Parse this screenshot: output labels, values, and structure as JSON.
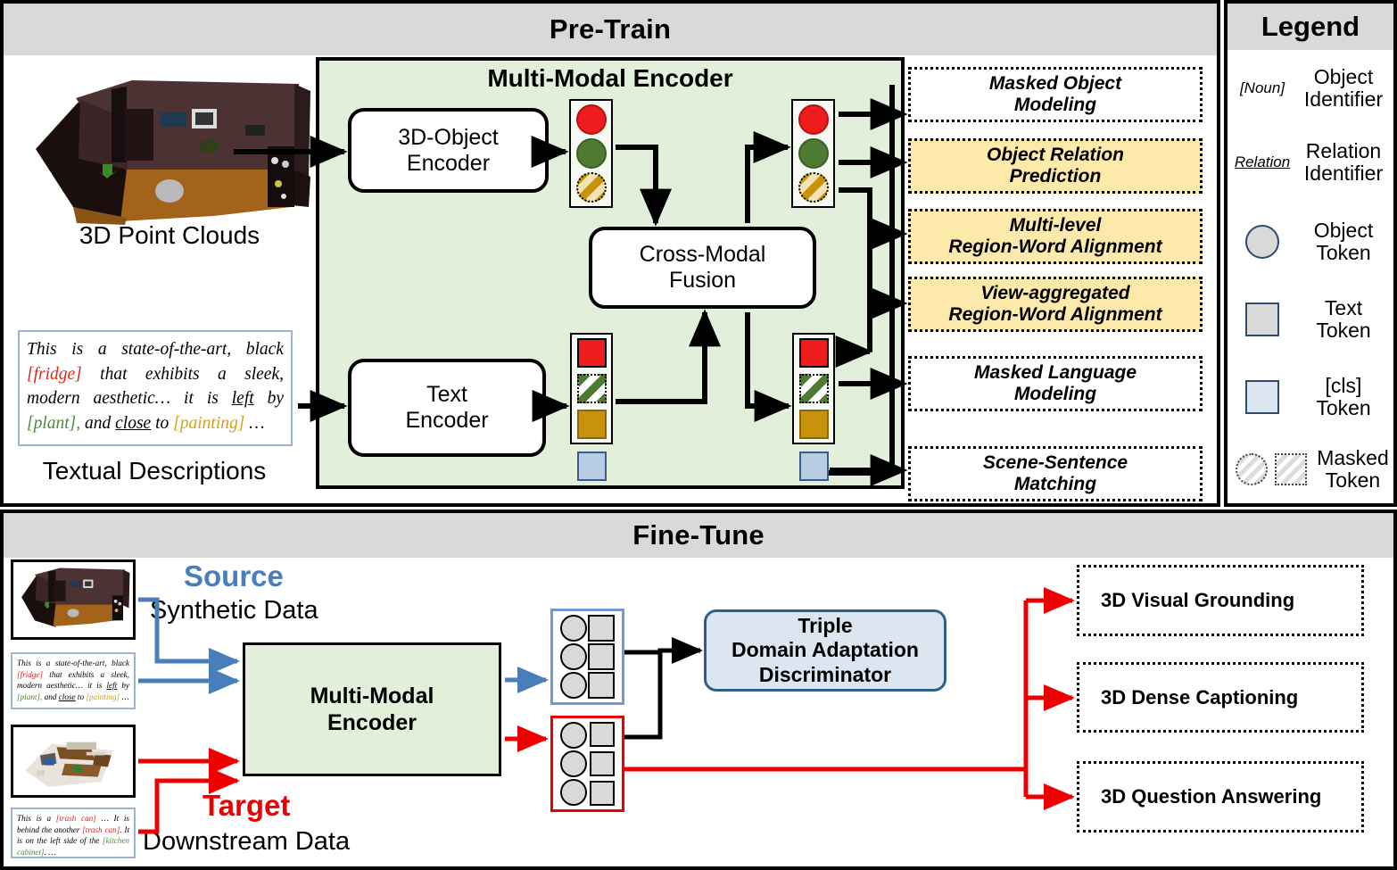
{
  "pretrain": {
    "title": "Pre-Train",
    "encoder_title": "Multi-Modal Encoder",
    "object_encoder": "3D-Object\nEncoder",
    "text_encoder": "Text\nEncoder",
    "fusion": "Cross-Modal\nFusion",
    "point_cloud_caption": "3D Point Clouds",
    "text_caption": "Textual Descriptions",
    "description": {
      "seg1": "This is a state-of-the-art, black ",
      "fridge": "[fridge]",
      "seg2": " that exhibits a sleek, modern aesthetic… it is ",
      "left": "left",
      "seg3": " by ",
      "plant": "[plant],",
      "seg4": "  and  ",
      "close": "close",
      "seg5": "  to ",
      "painting": "[painting]",
      "seg6": " …"
    },
    "tasks": [
      {
        "label": "Masked Object\nModeling",
        "highlight": false
      },
      {
        "label": "Object Relation\nPrediction",
        "highlight": true
      },
      {
        "label": "Multi-level\nRegion-Word Alignment",
        "highlight": true
      },
      {
        "label": "View-aggregated\nRegion-Word Alignment",
        "highlight": true
      },
      {
        "label": "Masked Language\nModeling",
        "highlight": false
      },
      {
        "label": "Scene-Sentence\nMatching",
        "highlight": false
      }
    ]
  },
  "finetune": {
    "title": "Fine-Tune",
    "source_label": "Source",
    "source_sub": "Synthetic Data",
    "target_label": "Target",
    "target_sub": "Downstream Data",
    "encoder": "Multi-Modal\nEncoder",
    "discriminator": "Triple\nDomain Adaptation\nDiscriminator",
    "source_description": {
      "seg1": "This is a state-of-the-art, black ",
      "fridge": "[fridge]",
      "seg2": " that exhibits a sleek, modern aesthetic… it is ",
      "left": "left",
      "seg3": " by ",
      "plant": "[plant],",
      "seg4": "  and  ",
      "close": "close",
      "seg5": "  to ",
      "painting": "[painting]",
      "seg6": " …"
    },
    "target_description": {
      "seg1": "This  is  a  ",
      "trash1": "[trash can]",
      "seg2": "  …  It  is behind the another ",
      "trash2": "[trash can]",
      "seg3": ". It is on the left side of the ",
      "cabinet": "[kitchen cabinet]",
      "seg4": ". …"
    },
    "downstream_tasks": [
      "3D Visual Grounding",
      "3D Dense Captioning",
      "3D Question Answering"
    ]
  },
  "legend": {
    "title": "Legend",
    "items": [
      {
        "symbol": "noun-bracket",
        "sym_text": "[Noun]",
        "label": "Object\nIdentifier"
      },
      {
        "symbol": "relation-underline",
        "sym_text": "Relation",
        "label": "Relation\nIdentifier"
      },
      {
        "symbol": "object-token-circle",
        "sym_text": "",
        "label": "Object\nToken"
      },
      {
        "symbol": "text-token-square",
        "sym_text": "",
        "label": "Text\nToken"
      },
      {
        "symbol": "cls-token-square",
        "sym_text": "",
        "label": "[cls]\nToken"
      },
      {
        "symbol": "masked-token-pair",
        "sym_text": "",
        "label": "Masked\nToken"
      }
    ]
  },
  "colors": {
    "panel_bar": "#d9d9d9",
    "encoder_green": "#e2efda",
    "highlight_yellow": "#fde9a9",
    "source_blue": "#4a7ebb",
    "target_red": "#ee0000",
    "token_red": "#ee1c1c",
    "token_green": "#4e7b31",
    "token_gold": "#c8930b",
    "cls_blue": "#b8cce4"
  }
}
